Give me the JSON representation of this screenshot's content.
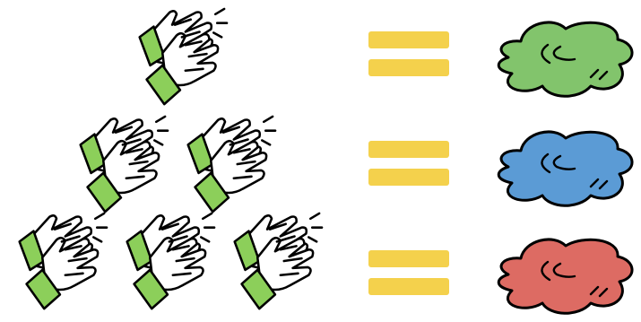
{
  "rows": [
    {
      "clap_count": 1,
      "equals_color": "#f4d14c",
      "puddle_color": "#82c46c",
      "puddle_name": "green-puddle"
    },
    {
      "clap_count": 2,
      "equals_color": "#f4d14c",
      "puddle_color": "#5b9bd5",
      "puddle_name": "blue-puddle"
    },
    {
      "clap_count": 3,
      "equals_color": "#f4d14c",
      "puddle_color": "#dd6b63",
      "puddle_name": "red-puddle"
    }
  ],
  "palette": {
    "cuff": "#8ccf5a",
    "outline": "#000000",
    "glove": "#ffffff"
  },
  "icons": {
    "clap": "clapping-hands-icon",
    "equals": "equals-sign-icon",
    "puddle": "puddle-icon"
  }
}
